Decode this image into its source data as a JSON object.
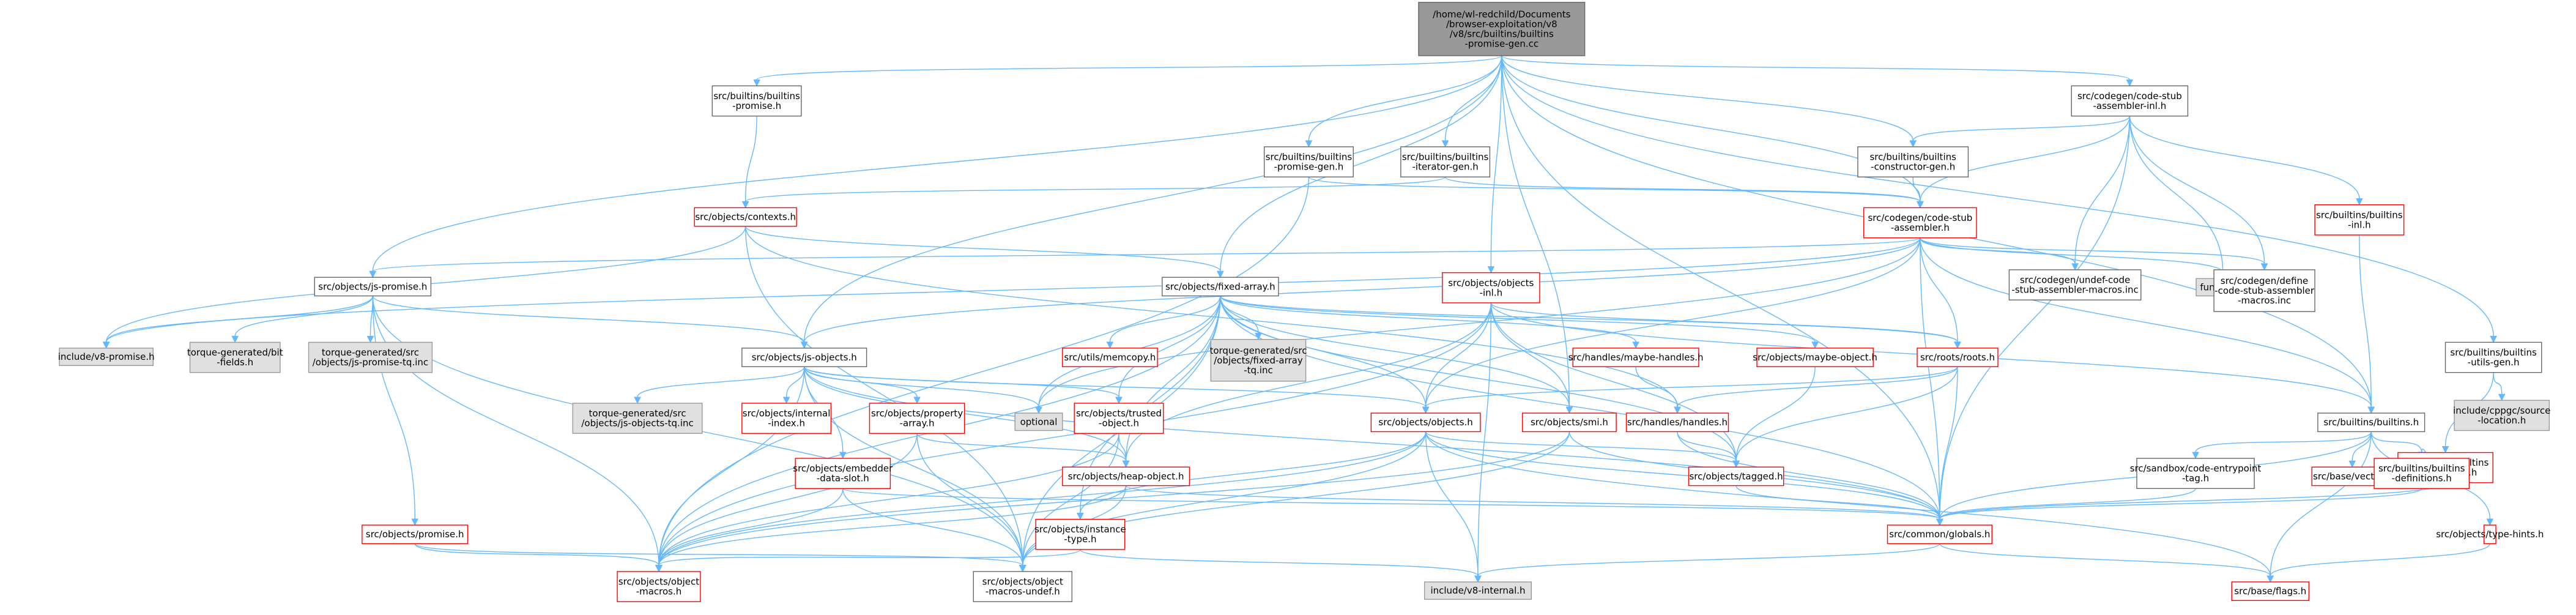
{
  "colors": {
    "edge": "#63b8ff",
    "root_fill": "#999999",
    "root_stroke": "#666666",
    "doc_stroke": "#666666",
    "truncated_stroke": "#ff0000",
    "external_fill": "#e0e0e0",
    "external_stroke": "#999999",
    "text": "#000000"
  },
  "nodes": [
    {
      "id": "root",
      "kind": "root",
      "lines": [
        "/home/wl-redchild/Documents",
        "/browser-exploitation/v8",
        "/v8/src/builtins/builtins",
        "-promise-gen.cc"
      ]
    },
    {
      "id": "builtins-promise-h",
      "kind": "doc",
      "lines": [
        "src/builtins/builtins",
        "-promise.h"
      ]
    },
    {
      "id": "builtins-promise-gen-h",
      "kind": "doc",
      "lines": [
        "src/builtins/builtins",
        "-promise-gen.h"
      ]
    },
    {
      "id": "builtins-iterator-gen-h",
      "kind": "doc",
      "lines": [
        "src/builtins/builtins",
        "-iterator-gen.h"
      ]
    },
    {
      "id": "code-stub-assembler-inl-h",
      "kind": "doc",
      "lines": [
        "src/codegen/code-stub",
        "-assembler-inl.h"
      ]
    },
    {
      "id": "builtins-constructor-gen-h",
      "kind": "doc",
      "lines": [
        "src/builtins/builtins",
        "-constructor-gen.h"
      ]
    },
    {
      "id": "builtins-builtins-inl-h",
      "kind": "truncated",
      "lines": [
        "src/builtins/builtins",
        "-inl.h"
      ]
    },
    {
      "id": "objects-contexts-h",
      "kind": "truncated",
      "lines": [
        "src/objects/contexts.h"
      ]
    },
    {
      "id": "code-stub-assembler-h",
      "kind": "truncated",
      "lines": [
        "src/codegen/code-stub",
        "-assembler.h"
      ]
    },
    {
      "id": "js-promise-h",
      "kind": "doc",
      "lines": [
        "src/objects/js-promise.h"
      ]
    },
    {
      "id": "fixed-array-h",
      "kind": "doc",
      "lines": [
        "src/objects/fixed-array.h"
      ]
    },
    {
      "id": "objects-inl-h",
      "kind": "truncated",
      "lines": [
        "src/objects/objects",
        "-inl.h"
      ]
    },
    {
      "id": "undef-code-stub-macros",
      "kind": "doc",
      "lines": [
        "src/codegen/undef-code",
        "-stub-assembler-macros.inc"
      ]
    },
    {
      "id": "functional",
      "kind": "external",
      "lines": [
        "functional"
      ]
    },
    {
      "id": "define-code-stub-macros",
      "kind": "doc",
      "lines": [
        "src/codegen/define",
        "-code-stub-assembler",
        "-macros.inc"
      ]
    },
    {
      "id": "builtins-utils-gen-h",
      "kind": "doc",
      "lines": [
        "src/builtins/builtins",
        "-utils-gen.h"
      ]
    },
    {
      "id": "v8-promise-h",
      "kind": "external",
      "lines": [
        "include/v8-promise.h"
      ]
    },
    {
      "id": "torque-bit-fields",
      "kind": "external",
      "lines": [
        "torque-generated/bit",
        "-fields.h"
      ]
    },
    {
      "id": "torque-js-promise-tq",
      "kind": "external",
      "lines": [
        "torque-generated/src",
        "/objects/js-promise-tq.inc"
      ]
    },
    {
      "id": "js-objects-h",
      "kind": "doc",
      "lines": [
        "src/objects/js-objects.h"
      ]
    },
    {
      "id": "memcopy-h",
      "kind": "truncated",
      "lines": [
        "src/utils/memcopy.h"
      ]
    },
    {
      "id": "torque-fixed-array-tq",
      "kind": "external",
      "lines": [
        "torque-generated/src",
        "/objects/fixed-array",
        "-tq.inc"
      ]
    },
    {
      "id": "maybe-handles-h",
      "kind": "truncated",
      "lines": [
        "src/handles/maybe-handles.h"
      ]
    },
    {
      "id": "maybe-object-h",
      "kind": "truncated",
      "lines": [
        "src/objects/maybe-object.h"
      ]
    },
    {
      "id": "roots-h",
      "kind": "truncated",
      "lines": [
        "src/roots/roots.h"
      ]
    },
    {
      "id": "builtins-h",
      "kind": "doc",
      "lines": [
        "src/builtins/builtins.h"
      ]
    },
    {
      "id": "cppgc-source-location",
      "kind": "external",
      "lines": [
        "include/cppgc/source",
        "-location.h"
      ]
    },
    {
      "id": "torque-js-objects-tq",
      "kind": "external",
      "lines": [
        "torque-generated/src",
        "/objects/js-objects-tq.inc"
      ]
    },
    {
      "id": "internal-index-h",
      "kind": "truncated",
      "lines": [
        "src/objects/internal",
        "-index.h"
      ]
    },
    {
      "id": "property-array-h",
      "kind": "truncated",
      "lines": [
        "src/objects/property",
        "-array.h"
      ]
    },
    {
      "id": "optional",
      "kind": "external",
      "lines": [
        "optional"
      ]
    },
    {
      "id": "trusted-object-h",
      "kind": "truncated",
      "lines": [
        "src/objects/trusted",
        "-object.h"
      ]
    },
    {
      "id": "objects-h",
      "kind": "truncated",
      "lines": [
        "src/objects/objects.h"
      ]
    },
    {
      "id": "smi-h",
      "kind": "truncated",
      "lines": [
        "src/objects/smi.h"
      ]
    },
    {
      "id": "handles-h",
      "kind": "truncated",
      "lines": [
        "src/handles/handles.h"
      ]
    },
    {
      "id": "code-entrypoint-tag-h",
      "kind": "doc",
      "lines": [
        "src/sandbox/code-entrypoint",
        "-tag.h"
      ]
    },
    {
      "id": "vector-h",
      "kind": "truncated",
      "lines": [
        "src/base/vector.h"
      ]
    },
    {
      "id": "builtins-descriptors-h",
      "kind": "truncated",
      "lines": [
        "src/builtins/builtins",
        "-descriptors.h"
      ]
    },
    {
      "id": "embedder-data-slot-h",
      "kind": "truncated",
      "lines": [
        "src/objects/embedder",
        "-data-slot.h"
      ]
    },
    {
      "id": "heap-object-h",
      "kind": "truncated",
      "lines": [
        "src/objects/heap-object.h"
      ]
    },
    {
      "id": "tagged-h",
      "kind": "truncated",
      "lines": [
        "src/objects/tagged.h"
      ]
    },
    {
      "id": "builtins-definitions-h",
      "kind": "truncated",
      "lines": [
        "src/builtins/builtins",
        "-definitions.h"
      ]
    },
    {
      "id": "objects-promise-h",
      "kind": "truncated",
      "lines": [
        "src/objects/promise.h"
      ]
    },
    {
      "id": "instance-type-h",
      "kind": "truncated",
      "lines": [
        "src/objects/instance",
        "-type.h"
      ]
    },
    {
      "id": "globals-h",
      "kind": "truncated",
      "lines": [
        "src/common/globals.h"
      ]
    },
    {
      "id": "type-hints-h",
      "kind": "truncated",
      "lines": [
        "src/objects/type-hints.h"
      ]
    },
    {
      "id": "v8-internal-h",
      "kind": "external",
      "lines": [
        "include/v8-internal.h"
      ]
    },
    {
      "id": "object-macros-h",
      "kind": "truncated",
      "lines": [
        "src/objects/object",
        "-macros.h"
      ]
    },
    {
      "id": "object-macros-undef-h",
      "kind": "doc",
      "lines": [
        "src/objects/object",
        "-macros-undef.h"
      ]
    },
    {
      "id": "flags-h",
      "kind": "truncated",
      "lines": [
        "src/base/flags.h"
      ]
    }
  ],
  "edges": [
    [
      "root",
      "builtins-promise-h"
    ],
    [
      "root",
      "builtins-promise-gen-h"
    ],
    [
      "root",
      "builtins-iterator-gen-h"
    ],
    [
      "root",
      "code-stub-assembler-inl-h"
    ],
    [
      "root",
      "builtins-constructor-gen-h"
    ],
    [
      "root",
      "builtins-utils-gen-h"
    ],
    [
      "root",
      "builtins-h"
    ],
    [
      "root",
      "code-stub-assembler-h"
    ],
    [
      "root",
      "js-promise-h"
    ],
    [
      "root",
      "fixed-array-h"
    ],
    [
      "root",
      "objects-inl-h"
    ],
    [
      "root",
      "js-objects-h"
    ],
    [
      "root",
      "smi-h"
    ],
    [
      "root",
      "globals-h"
    ],
    [
      "builtins-promise-h",
      "objects-contexts-h"
    ],
    [
      "builtins-promise-gen-h",
      "code-stub-assembler-h"
    ],
    [
      "builtins-promise-gen-h",
      "object-macros-h"
    ],
    [
      "builtins-iterator-gen-h",
      "code-stub-assembler-h"
    ],
    [
      "builtins-iterator-gen-h",
      "objects-contexts-h"
    ],
    [
      "code-stub-assembler-inl-h",
      "builtins-constructor-gen-h"
    ],
    [
      "code-stub-assembler-inl-h",
      "builtins-builtins-inl-h"
    ],
    [
      "code-stub-assembler-inl-h",
      "code-stub-assembler-h"
    ],
    [
      "code-stub-assembler-inl-h",
      "undef-code-stub-macros"
    ],
    [
      "code-stub-assembler-inl-h",
      "functional"
    ],
    [
      "code-stub-assembler-inl-h",
      "define-code-stub-macros"
    ],
    [
      "code-stub-assembler-inl-h",
      "globals-h"
    ],
    [
      "builtins-constructor-gen-h",
      "code-stub-assembler-h"
    ],
    [
      "builtins-builtins-inl-h",
      "builtins-h"
    ],
    [
      "objects-contexts-h",
      "fixed-array-h"
    ],
    [
      "objects-contexts-h",
      "v8-promise-h"
    ],
    [
      "objects-contexts-h",
      "object-macros-undef-h"
    ],
    [
      "objects-contexts-h",
      "handles-h"
    ],
    [
      "code-stub-assembler-h",
      "undef-code-stub-macros"
    ],
    [
      "code-stub-assembler-h",
      "functional"
    ],
    [
      "code-stub-assembler-h",
      "define-code-stub-macros"
    ],
    [
      "code-stub-assembler-h",
      "js-promise-h"
    ],
    [
      "code-stub-assembler-h",
      "js-objects-h"
    ],
    [
      "code-stub-assembler-h",
      "roots-h"
    ],
    [
      "code-stub-assembler-h",
      "builtins-h"
    ],
    [
      "code-stub-assembler-h",
      "objects-h"
    ],
    [
      "code-stub-assembler-h",
      "globals-h"
    ],
    [
      "code-stub-assembler-h",
      "v8-promise-h"
    ],
    [
      "code-stub-assembler-h",
      "optional"
    ],
    [
      "js-promise-h",
      "v8-promise-h"
    ],
    [
      "js-promise-h",
      "torque-bit-fields"
    ],
    [
      "js-promise-h",
      "torque-js-promise-tq"
    ],
    [
      "js-promise-h",
      "js-objects-h"
    ],
    [
      "js-promise-h",
      "objects-promise-h"
    ],
    [
      "js-promise-h",
      "object-macros-h"
    ],
    [
      "js-promise-h",
      "object-macros-undef-h"
    ],
    [
      "fixed-array-h",
      "memcopy-h"
    ],
    [
      "fixed-array-h",
      "torque-fixed-array-tq"
    ],
    [
      "fixed-array-h",
      "maybe-handles-h"
    ],
    [
      "fixed-array-h",
      "maybe-object-h"
    ],
    [
      "fixed-array-h",
      "roots-h"
    ],
    [
      "fixed-array-h",
      "optional"
    ],
    [
      "fixed-array-h",
      "trusted-object-h"
    ],
    [
      "fixed-array-h",
      "objects-h"
    ],
    [
      "fixed-array-h",
      "smi-h"
    ],
    [
      "fixed-array-h",
      "tagged-h"
    ],
    [
      "fixed-array-h",
      "heap-object-h"
    ],
    [
      "fixed-array-h",
      "instance-type-h"
    ],
    [
      "fixed-array-h",
      "globals-h"
    ],
    [
      "fixed-array-h",
      "object-macros-h"
    ],
    [
      "fixed-array-h",
      "object-macros-undef-h"
    ],
    [
      "objects-inl-h",
      "objects-h"
    ],
    [
      "objects-inl-h",
      "roots-h"
    ],
    [
      "objects-inl-h",
      "builtins-h"
    ],
    [
      "objects-inl-h",
      "smi-h"
    ],
    [
      "objects-inl-h",
      "heap-object-h"
    ],
    [
      "objects-inl-h",
      "tagged-h"
    ],
    [
      "objects-inl-h",
      "v8-internal-h"
    ],
    [
      "objects-inl-h",
      "object-macros-h"
    ],
    [
      "builtins-utils-gen-h",
      "cppgc-source-location"
    ],
    [
      "builtins-utils-gen-h",
      "builtins-descriptors-h"
    ],
    [
      "js-objects-h",
      "torque-js-objects-tq"
    ],
    [
      "js-objects-h",
      "internal-index-h"
    ],
    [
      "js-objects-h",
      "property-array-h"
    ],
    [
      "js-objects-h",
      "optional"
    ],
    [
      "js-objects-h",
      "trusted-object-h"
    ],
    [
      "js-objects-h",
      "objects-h"
    ],
    [
      "js-objects-h",
      "embedder-data-slot-h"
    ],
    [
      "js-objects-h",
      "heap-object-h"
    ],
    [
      "js-objects-h",
      "globals-h"
    ],
    [
      "js-objects-h",
      "object-macros-h"
    ],
    [
      "js-objects-h",
      "object-macros-undef-h"
    ],
    [
      "maybe-handles-h",
      "handles-h"
    ],
    [
      "maybe-object-h",
      "tagged-h"
    ],
    [
      "roots-h",
      "handles-h"
    ],
    [
      "roots-h",
      "objects-h"
    ],
    [
      "roots-h",
      "tagged-h"
    ],
    [
      "roots-h",
      "globals-h"
    ],
    [
      "builtins-h",
      "code-entrypoint-tag-h"
    ],
    [
      "builtins-h",
      "vector-h"
    ],
    [
      "builtins-h",
      "builtins-definitions-h"
    ],
    [
      "builtins-h",
      "type-hints-h"
    ],
    [
      "builtins-h",
      "globals-h"
    ],
    [
      "builtins-h",
      "flags-h"
    ],
    [
      "builtins-descriptors-h",
      "builtins-definitions-h"
    ],
    [
      "builtins-descriptors-h",
      "globals-h"
    ],
    [
      "property-array-h",
      "heap-object-h"
    ],
    [
      "property-array-h",
      "object-macros-h"
    ],
    [
      "property-array-h",
      "object-macros-undef-h"
    ],
    [
      "trusted-object-h",
      "heap-object-h"
    ],
    [
      "trusted-object-h",
      "object-macros-h"
    ],
    [
      "trusted-object-h",
      "object-macros-undef-h"
    ],
    [
      "objects-h",
      "tagged-h"
    ],
    [
      "objects-h",
      "instance-type-h"
    ],
    [
      "objects-h",
      "globals-h"
    ],
    [
      "objects-h",
      "object-macros-h"
    ],
    [
      "objects-h",
      "object-macros-undef-h"
    ],
    [
      "objects-h",
      "v8-internal-h"
    ],
    [
      "objects-h",
      "flags-h"
    ],
    [
      "smi-h",
      "globals-h"
    ],
    [
      "smi-h",
      "object-macros-h"
    ],
    [
      "smi-h",
      "object-macros-undef-h"
    ],
    [
      "handles-h",
      "tagged-h"
    ],
    [
      "handles-h",
      "globals-h"
    ],
    [
      "code-entrypoint-tag-h",
      "globals-h"
    ],
    [
      "builtins-definitions-h",
      "globals-h"
    ],
    [
      "embedder-data-slot-h",
      "globals-h"
    ],
    [
      "embedder-data-slot-h",
      "object-macros-h"
    ],
    [
      "embedder-data-slot-h",
      "object-macros-undef-h"
    ],
    [
      "heap-object-h",
      "globals-h"
    ],
    [
      "heap-object-h",
      "object-macros-h"
    ],
    [
      "heap-object-h",
      "object-macros-undef-h"
    ],
    [
      "tagged-h",
      "globals-h"
    ],
    [
      "objects-promise-h",
      "object-macros-h"
    ],
    [
      "objects-promise-h",
      "object-macros-undef-h"
    ],
    [
      "instance-type-h",
      "object-macros-h"
    ],
    [
      "instance-type-h",
      "v8-internal-h"
    ],
    [
      "globals-h",
      "v8-internal-h"
    ],
    [
      "globals-h",
      "flags-h"
    ],
    [
      "type-hints-h",
      "flags-h"
    ]
  ]
}
